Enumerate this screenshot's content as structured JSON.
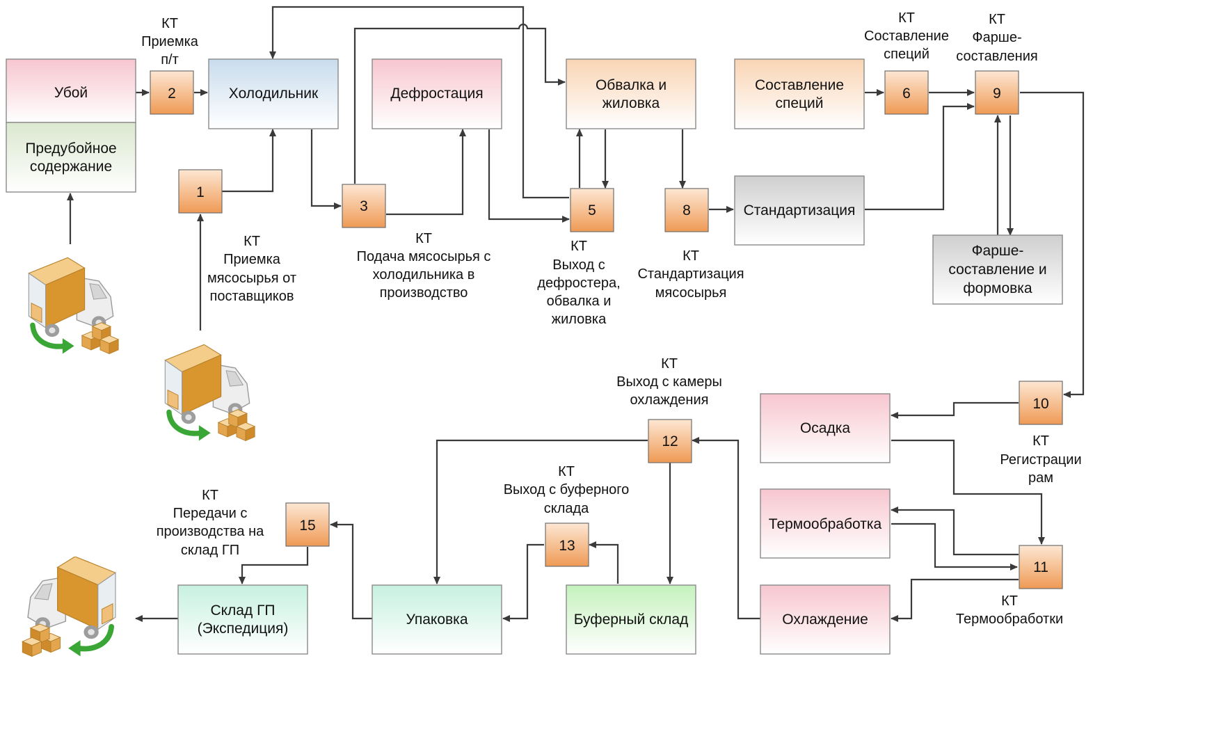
{
  "boxes": {
    "uboi": "Убой",
    "predub": [
      "Предубойное",
      "содержание"
    ],
    "holod": "Холодильник",
    "defrost": "Дефростация",
    "obvalka": [
      "Обвалка и",
      "жиловка"
    ],
    "sost_spec": [
      "Составление",
      "специй"
    ],
    "standart": "Стандартизация",
    "farsh": [
      "Фарше-",
      "составление и",
      "формовка"
    ],
    "osadka": "Осадка",
    "termo": "Термообработка",
    "ohlazh": "Охлаждение",
    "bufer": "Буферный склад",
    "upakovka": "Упаковка",
    "sklad": [
      "Склад ГП",
      "(Экспедиция)"
    ]
  },
  "checkpoints": [
    "1",
    "2",
    "3",
    "5",
    "6",
    "8",
    "9",
    "10",
    "11",
    "12",
    "13",
    "15"
  ],
  "labels": {
    "cp2": [
      "КТ",
      "Приемка",
      "п/т"
    ],
    "cp1": [
      "КТ",
      "Приемка",
      "мясосырья от",
      "поставщиков"
    ],
    "cp3": [
      "КТ",
      "Подача мясосырья с",
      "холодильника в",
      "производство"
    ],
    "cp5": [
      "КТ",
      "Выход с",
      "дефростера,",
      "обвалка и",
      "жиловка"
    ],
    "cp8": [
      "КТ",
      "Стандартизация",
      "мясосырья"
    ],
    "cp6": [
      "КТ",
      "Составление",
      "специй"
    ],
    "cp9": [
      "КТ",
      "Фарше-",
      "составления"
    ],
    "cp10": [
      "КТ",
      "Регистрации",
      "рам"
    ],
    "cp11": [
      "КТ",
      "Термообработки"
    ],
    "cp12": [
      "КТ",
      "Выход с камеры",
      "охлаждения"
    ],
    "cp13": [
      "КТ",
      "Выход с буферного",
      "склада"
    ],
    "cp15": [
      "КТ",
      "Передачи с",
      "производства на",
      "склад ГП"
    ]
  },
  "colors": {
    "pink": "#f8d7dc",
    "green": "#e6f0dc",
    "blue": "#d8e6f3",
    "peach": "#fbe2cb",
    "gray": "#dedede",
    "mint": "#d8f5ea",
    "lightgreen": "#d8f7d2",
    "checkpoint": "#f2a565",
    "line": "#3a3a3a"
  },
  "icons": [
    "delivery-truck-icon",
    "delivery-truck-icon",
    "delivery-truck-icon"
  ]
}
